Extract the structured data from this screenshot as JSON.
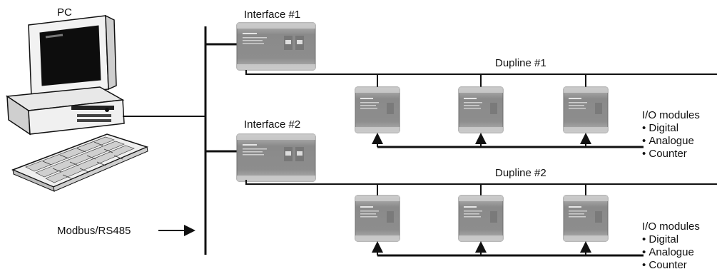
{
  "pc": {
    "label": "PC"
  },
  "interfaces": [
    {
      "label": "Interface #1"
    },
    {
      "label": "Interface #2"
    }
  ],
  "duplines": [
    {
      "label": "Dupline #1"
    },
    {
      "label": "Dupline #2"
    }
  ],
  "io_groups": [
    {
      "title": "I/O modules",
      "items": [
        "Digital",
        "Analogue",
        "Counter"
      ]
    },
    {
      "title": "I/O modules",
      "items": [
        "Digital",
        "Analogue",
        "Counter"
      ]
    }
  ],
  "bus": {
    "label": "Modbus/RS485"
  }
}
